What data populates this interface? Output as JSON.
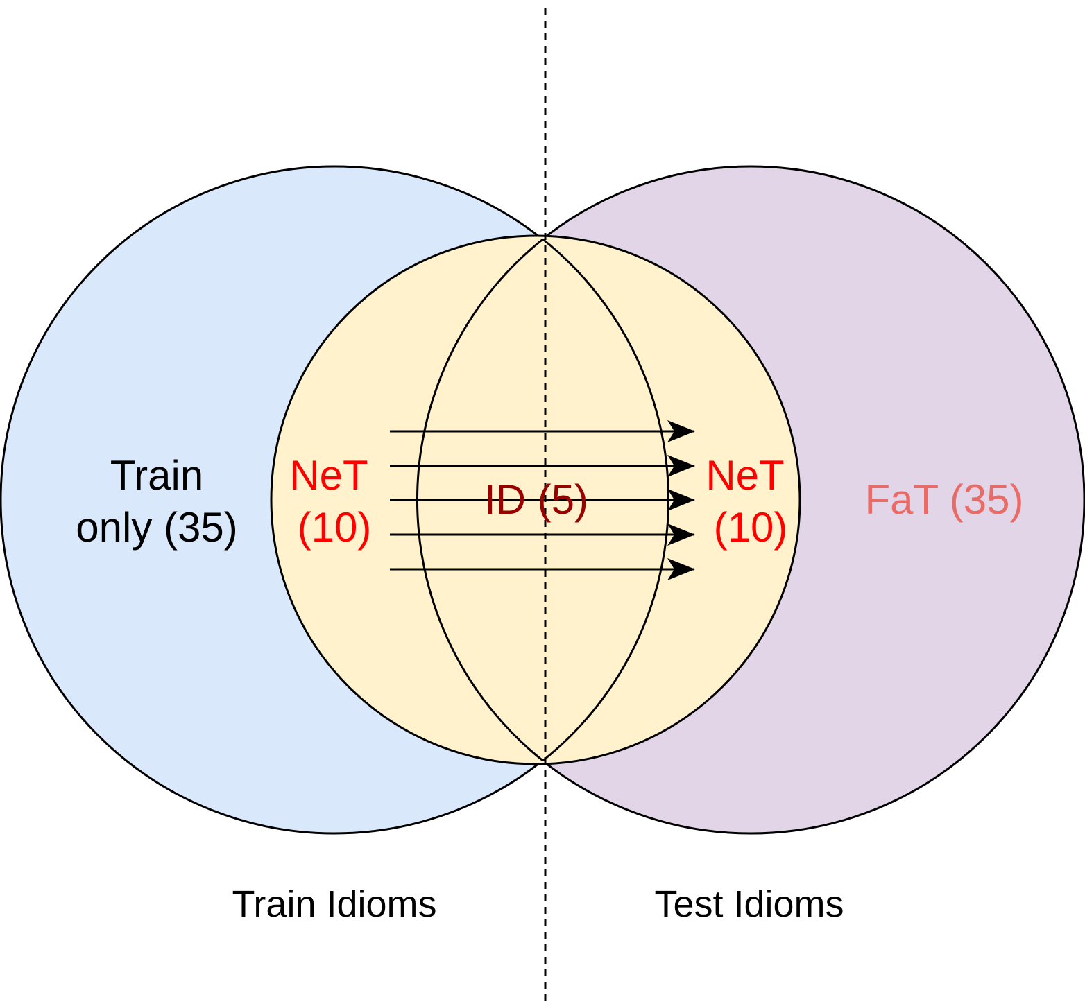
{
  "labels": {
    "train_only_line1": "Train",
    "train_only_line2": "only (35)",
    "net_left_line1": "NeT",
    "net_left_line2": "(10)",
    "id": "ID (5)",
    "net_right_line1": "NeT",
    "net_right_line2": "(10)",
    "fat": "FaT (35)",
    "train_idioms": "Train Idioms",
    "test_idioms": "Test Idioms"
  },
  "colors": {
    "train_circle_fill": "#dae8fc",
    "test_circle_fill": "#e1d5e7",
    "inner_circle_fill": "#fff2cc",
    "stroke": "#000000",
    "net_text": "#ff0000",
    "id_text": "#990000",
    "fat_text": "#ea6b66",
    "default_text": "#000000"
  }
}
